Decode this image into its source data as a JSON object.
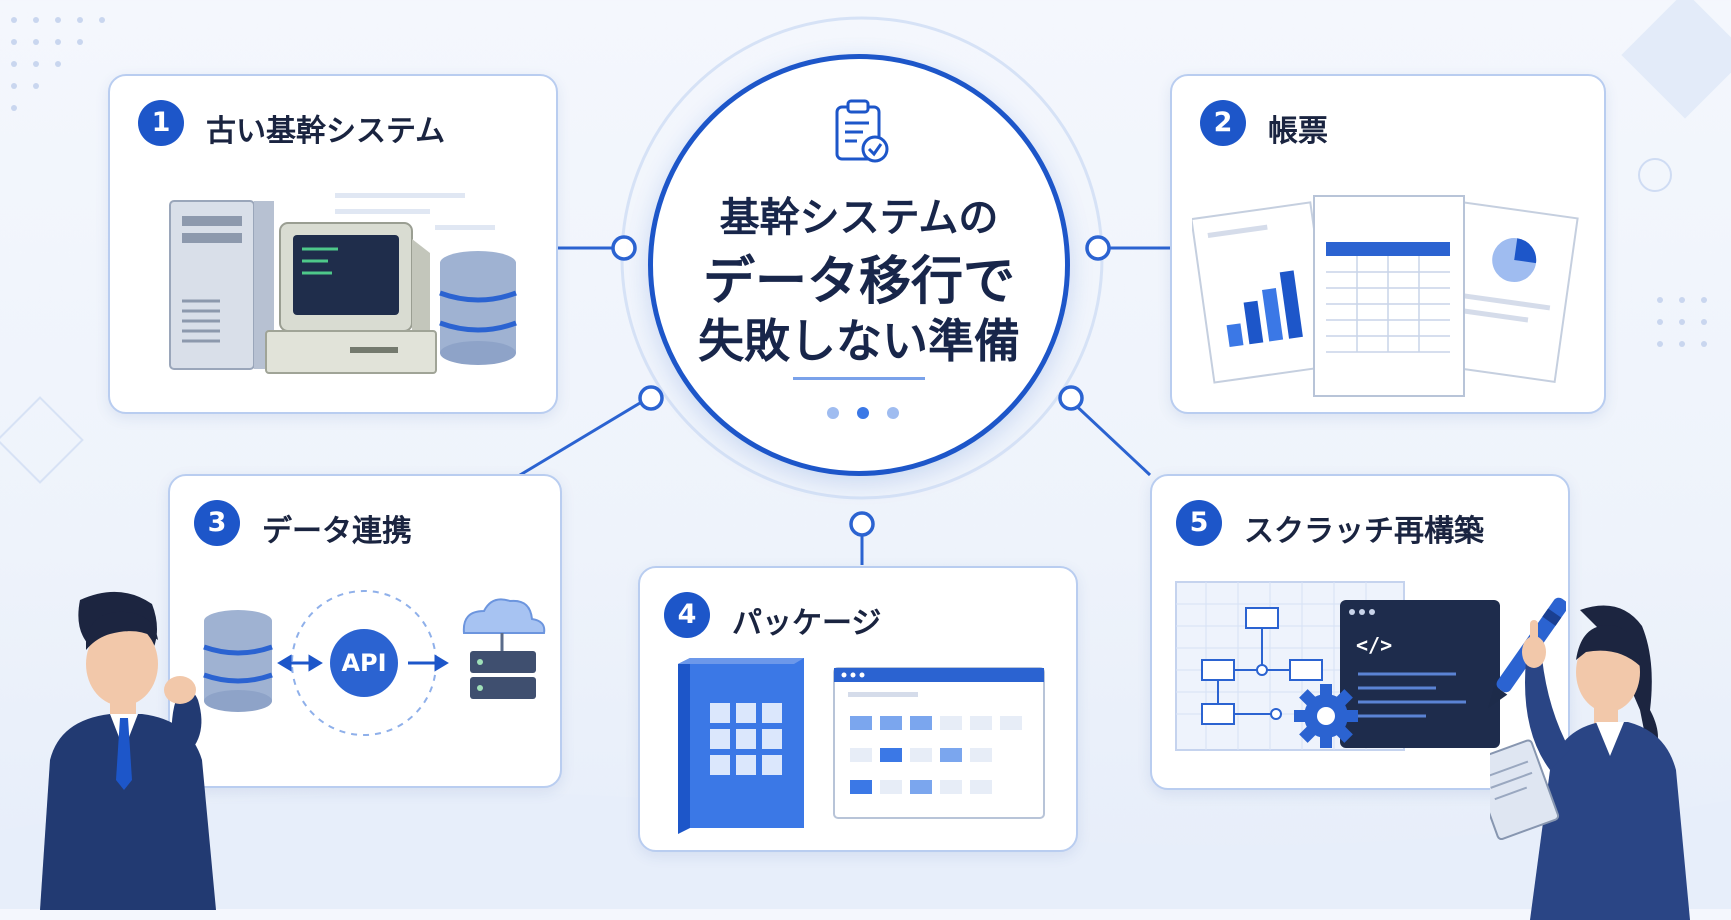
{
  "center": {
    "line1": "基幹システムの",
    "line2": "データ移行で",
    "line3": "失敗しない準備"
  },
  "cards": [
    {
      "number": "1",
      "title": "古い基幹システム"
    },
    {
      "number": "2",
      "title": "帳票"
    },
    {
      "number": "3",
      "title": "データ連携"
    },
    {
      "number": "4",
      "title": "パッケージ"
    },
    {
      "number": "5",
      "title": "スクラッチ再構築"
    }
  ],
  "labels": {
    "api": "API",
    "code_tag": "</>"
  },
  "colors": {
    "primary": "#1d56c9",
    "accent": "#3b78e6",
    "border": "#b9cdf0",
    "navy": "#1f3566"
  }
}
